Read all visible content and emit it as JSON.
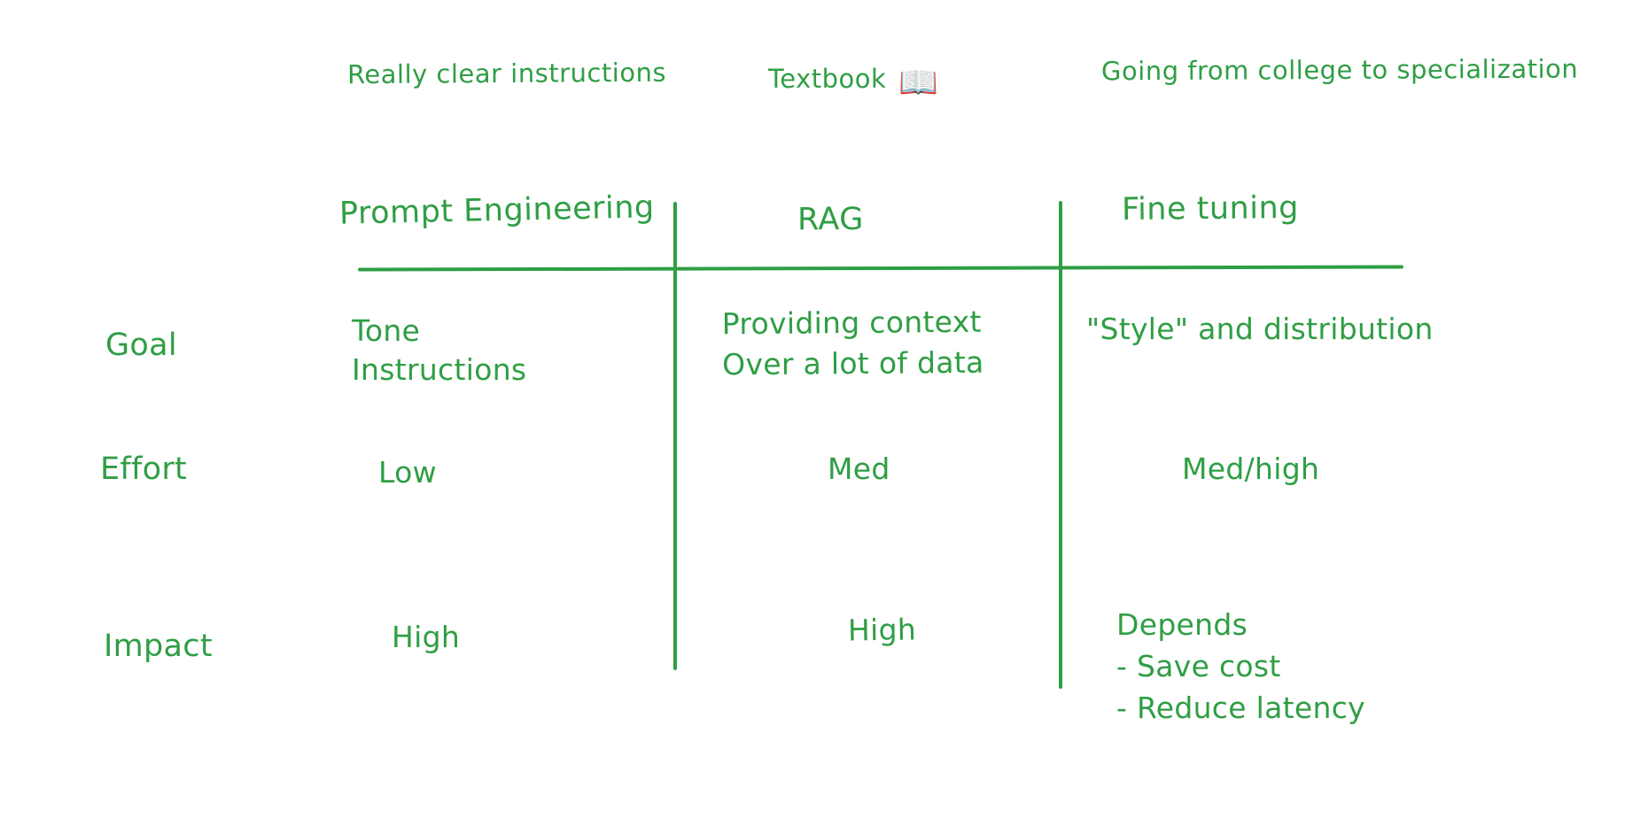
{
  "colors": {
    "ink": "#2f9e44",
    "background": "#ffffff"
  },
  "annotations": [
    {
      "text": "Really clear instructions",
      "for_column": "Prompt Engineering"
    },
    {
      "text": "Textbook",
      "emoji": "📖",
      "for_column": "RAG"
    },
    {
      "text": "Going from college to specialization",
      "for_column": "Fine tuning"
    }
  ],
  "table": {
    "columns": [
      {
        "label": "Prompt Engineering"
      },
      {
        "label": "RAG"
      },
      {
        "label": "Fine tuning"
      }
    ],
    "rows": [
      {
        "label": "Goal",
        "cells": [
          [
            "Tone",
            "Instructions"
          ],
          [
            "Providing context",
            "Over a lot of data"
          ],
          [
            "\"Style\" and distribution"
          ]
        ]
      },
      {
        "label": "Effort",
        "cells": [
          [
            "Low"
          ],
          [
            "Med"
          ],
          [
            "Med/high"
          ]
        ]
      },
      {
        "label": "Impact",
        "cells": [
          [
            "High"
          ],
          [
            "High"
          ],
          [
            "Depends",
            "- Save cost",
            "- Reduce latency"
          ]
        ]
      }
    ]
  }
}
